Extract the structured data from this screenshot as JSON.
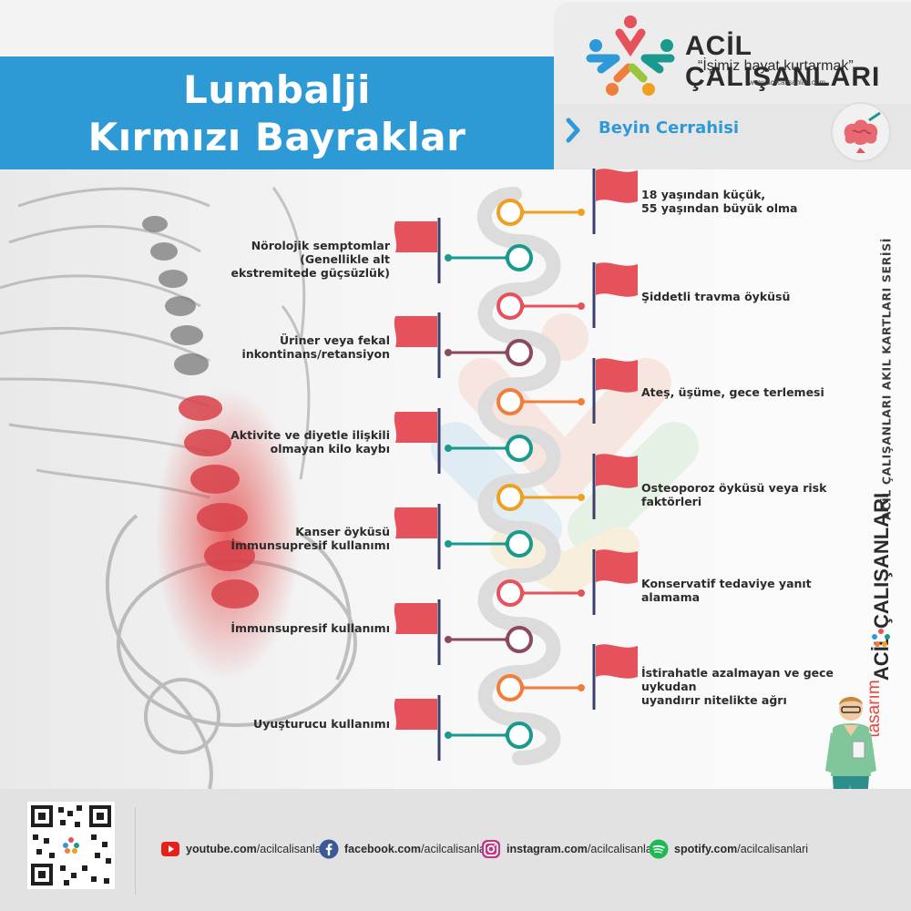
{
  "header": {
    "title_line1": "Lumbalji",
    "title_line2": "Kırmızı Bayraklar",
    "colors": {
      "title_band": "#2d9ad6",
      "accent_red": "#e5525c"
    }
  },
  "brand": {
    "name": "ACİL ÇALIŞANLARI",
    "slogan": "“İşimiz hayat kurtarmak”",
    "url": "www.acilcalisanlari.com"
  },
  "department": {
    "label": "Beyin Cerrahisi",
    "icon": "brain-surgery-icon"
  },
  "flags_left": [
    {
      "lines": [
        "Nörolojik semptomlar",
        "(Genellikle alt",
        "ekstremitede güçsüzlük)"
      ],
      "color": "#1a9a8e"
    },
    {
      "lines": [
        "Üriner veya fekal",
        "inkontinans/retansiyon"
      ],
      "color": "#8b4a5c"
    },
    {
      "lines": [
        "Aktivite ve diyetle ilişkili",
        "olmayan kilo kaybı"
      ],
      "color": "#1a9a8e"
    },
    {
      "lines": [
        "Kanser öyküsü",
        "İmmunsupresif kullanımı"
      ],
      "color": "#1a9a8e"
    },
    {
      "lines": [
        "İmmunsupresif kullanımı"
      ],
      "color": "#8b4a5c"
    },
    {
      "lines": [
        "Uyuşturucu kullanımı"
      ],
      "color": "#1a9a8e"
    }
  ],
  "flags_right": [
    {
      "lines": [
        "18 yaşından küçük,",
        "55 yaşından büyük olma"
      ],
      "color": "#f0a020"
    },
    {
      "lines": [
        "Şiddetli travma öyküsü"
      ],
      "color": "#e5525c"
    },
    {
      "lines": [
        "Ateş, üşüme, gece terlemesi"
      ],
      "color": "#f07e3a"
    },
    {
      "lines": [
        "Osteoporoz öyküsü veya risk faktörleri"
      ],
      "color": "#f0a020"
    },
    {
      "lines": [
        "Konservatif tedaviye yanıt alamama"
      ],
      "color": "#e5525c"
    },
    {
      "lines": [
        "İstirahatle azalmayan ve gece uykudan",
        "uyandırır nitelikte ağrı"
      ],
      "color": "#f07e3a"
    }
  ],
  "side": {
    "series": "ACİL ÇALIŞANLARI AKIL KARTLARI SERİSİ",
    "designer_label": "tasarım",
    "designer_brand": "ACİL ÇALIŞANLARI"
  },
  "footer": {
    "links": [
      {
        "icon": "youtube-icon",
        "bold": "youtube.com",
        "rest": "/acilcalisanlari"
      },
      {
        "icon": "facebook-icon",
        "bold": "facebook.com",
        "rest": "/acilcalisanlari"
      },
      {
        "icon": "instagram-icon",
        "bold": "instagram.com",
        "rest": "/acilcalisanlari"
      },
      {
        "icon": "spotify-icon",
        "bold": "spotify.com",
        "rest": "/acilcalisanlari"
      }
    ]
  }
}
